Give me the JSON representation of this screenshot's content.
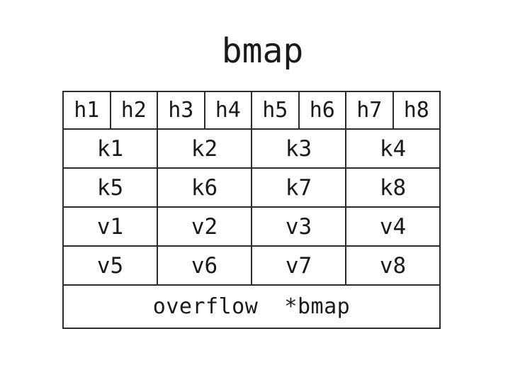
{
  "title": "bmap",
  "table": {
    "tophash_row": {
      "label": "tophash-row",
      "cells": [
        "h1",
        "h2",
        "h3",
        "h4",
        "h5",
        "h6",
        "h7",
        "h8"
      ]
    },
    "key_rows": [
      {
        "label": "keys-row-1",
        "cells": [
          "k1",
          "k2",
          "k3",
          "k4"
        ]
      },
      {
        "label": "keys-row-2",
        "cells": [
          "k5",
          "k6",
          "k7",
          "k8"
        ]
      }
    ],
    "value_rows": [
      {
        "label": "values-row-1",
        "cells": [
          "v1",
          "v2",
          "v3",
          "v4"
        ]
      },
      {
        "label": "values-row-2",
        "cells": [
          "v5",
          "v6",
          "v7",
          "v8"
        ]
      }
    ],
    "overflow_row": {
      "label": "overflow-row",
      "text": "overflow  *bmap"
    }
  },
  "colors": {
    "background": "#ffffff",
    "border": "#2b2b2b",
    "text": "#1a1a1a"
  }
}
